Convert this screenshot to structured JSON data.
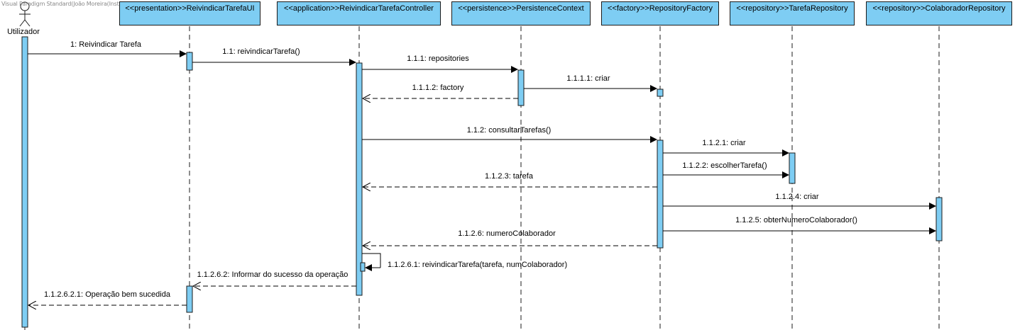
{
  "watermark": "Visual Paradigm Standard(João Moreira(Instituto Superior de Engenharia do Porto))",
  "actor": {
    "label": "Utilizador"
  },
  "lifelines": [
    {
      "label": "<<presentation>>ReivindicarTarefaUI"
    },
    {
      "label": "<<application>>ReivindicarTarefaController"
    },
    {
      "label": "<<persistence>>PersistenceContext"
    },
    {
      "label": "<<factory>>RepositoryFactory"
    },
    {
      "label": "<<repository>>TarefaRepository"
    },
    {
      "label": "<<repository>>ColaboradorRepository"
    }
  ],
  "messages": [
    {
      "label": "1: Reivindicar Tarefa",
      "kind": "call"
    },
    {
      "label": "1.1: reivindicarTarefa()",
      "kind": "call"
    },
    {
      "label": "1.1.1: repositories",
      "kind": "call"
    },
    {
      "label": "1.1.1.1: criar",
      "kind": "call"
    },
    {
      "label": "1.1.1.2: factory",
      "kind": "return"
    },
    {
      "label": "1.1.2: consultarTarefas()",
      "kind": "call"
    },
    {
      "label": "1.1.2.1: criar",
      "kind": "call"
    },
    {
      "label": "1.1.2.2: escolherTarefa()",
      "kind": "call"
    },
    {
      "label": "1.1.2.3: tarefa",
      "kind": "return"
    },
    {
      "label": "1.1.2.4: criar",
      "kind": "call"
    },
    {
      "label": "1.1.2.5: obterNumeroColaborador()",
      "kind": "call"
    },
    {
      "label": "1.1.2.6: numeroColaborador",
      "kind": "return"
    },
    {
      "label": "1.1.2.6.1: reivindicarTarefa(tarefa, numColaborador)",
      "kind": "self"
    },
    {
      "label": "1.1.2.6.2: Informar do sucesso da operação",
      "kind": "return"
    },
    {
      "label": "1.1.2.6.2.1: Operação bem sucedida",
      "kind": "return"
    }
  ],
  "colors": {
    "head_fill": "#7ecdf3",
    "activation_fill": "#7ecdf3",
    "line": "#1b1b1b"
  }
}
